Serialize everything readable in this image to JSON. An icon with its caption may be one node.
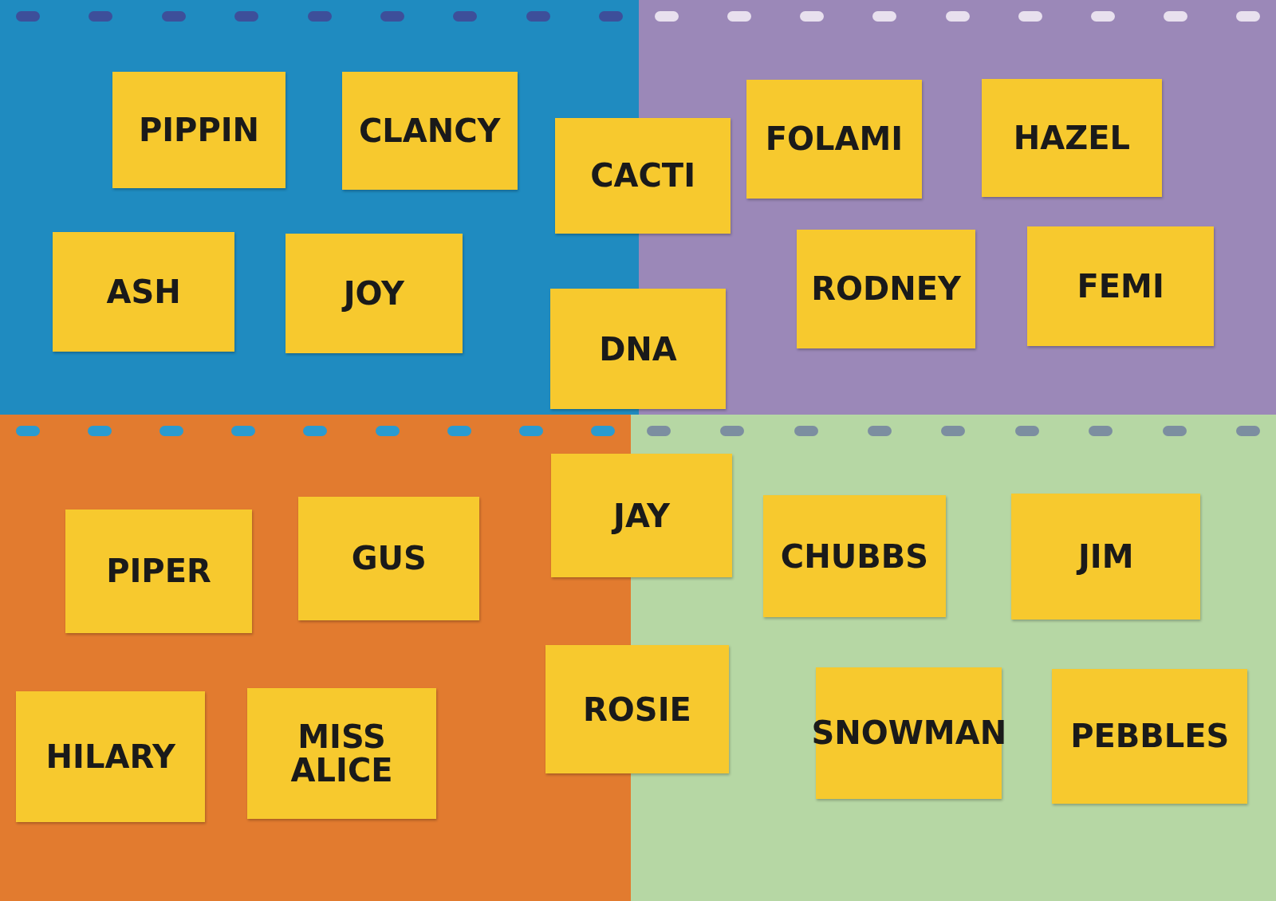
{
  "diagram": {
    "nodes": [
      {
        "text": [],
        "shape": "box"
      },
      {
        "text": [],
        "shape": "box"
      },
      {
        "text": [],
        "shape": "box"
      },
      {
        "text": [],
        "shape": "box"
      },
      {
        "text": [
          "PIPPIN"
        ],
        "in": 0
      },
      {
        "text": [
          "CLANCY"
        ],
        "in": 0
      },
      {
        "text": [
          "CACTI"
        ]
      },
      {
        "text": [
          "FOLAMI"
        ],
        "in": 1
      },
      {
        "text": [
          "HAZEL"
        ],
        "in": 1
      },
      {
        "text": [
          "ASH"
        ],
        "in": 0
      },
      {
        "text": [
          "JOY"
        ],
        "in": 0
      },
      {
        "text": [
          "DNA"
        ]
      },
      {
        "text": [
          "RODNEY"
        ],
        "in": 1
      },
      {
        "text": [
          "FEMI"
        ],
        "in": 1
      },
      {
        "text": [
          "JAY"
        ]
      },
      {
        "text": [
          "GUS"
        ],
        "in": 2
      },
      {
        "text": [
          "CHUBBS"
        ],
        "in": 3
      },
      {
        "text": [
          "JIM"
        ],
        "in": 3
      },
      {
        "text": [
          "PIPER"
        ],
        "in": 2
      },
      {
        "text": [
          "ROSIE"
        ]
      },
      {
        "text": [
          "SNOWMAN"
        ],
        "in": 3
      },
      {
        "text": [
          "PEBBLES"
        ],
        "in": 3
      },
      {
        "text": [
          "HILARY"
        ],
        "in": 2
      },
      {
        "text": [
          "MISS ALICE"
        ],
        "in": 2
      }
    ]
  }
}
